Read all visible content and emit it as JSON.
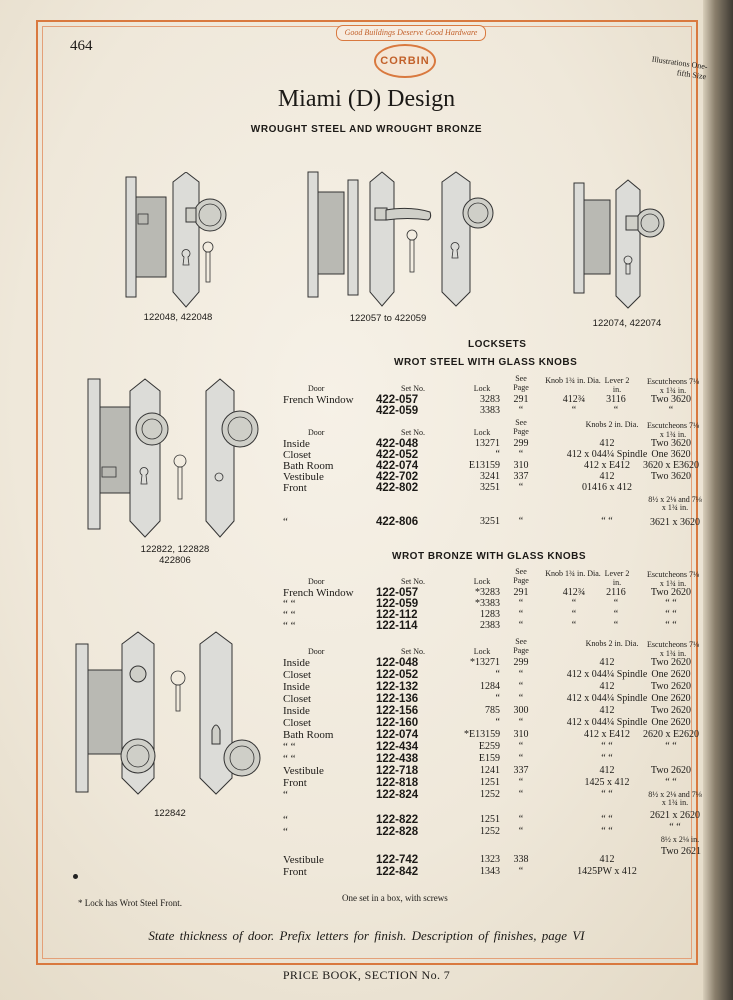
{
  "page_number": "464",
  "motto": "Good Buildings Deserve Good Hardware",
  "brand": "CORBIN",
  "scale_note": "Illustrations One-fifth Size",
  "title": "Miami (D) Design",
  "subtitle": "WROUGHT STEEL AND WROUGHT BRONZE",
  "figures": {
    "fig1": "122048, 422048",
    "fig2": "122057 to 422059",
    "fig3": "122074, 422074",
    "fig4a": "122822, 122828",
    "fig4b": "422806",
    "fig5": "122842"
  },
  "locksets_heading": "LOCKSETS",
  "steel": {
    "heading": "WROT STEEL WITH GLASS KNOBS",
    "hdr1": {
      "door": "Door",
      "set": "Set No.",
      "lock": "Lock",
      "page": "See Page",
      "knob": "Knob 1¾ in. Dia.",
      "lever": "Lever 2 in.",
      "esc": "Escutcheons 7⅛ x 1¾ in."
    },
    "rows1": [
      {
        "door": "French Window",
        "set": "422-057",
        "lock": "3283",
        "page": "291",
        "knob": "412¾",
        "lever": "3116",
        "esc": "Two 3620"
      },
      {
        "door": "",
        "set": "422-059",
        "lock": "3383",
        "page": "“",
        "knob": "“",
        "lever": "“",
        "esc": "“"
      }
    ],
    "hdr2": {
      "door": "Door",
      "set": "Set No.",
      "lock": "Lock",
      "page": "See Page",
      "knob": "Knobs 2 in. Dia.",
      "esc": "Escutcheons 7⅛ x 1¾ in."
    },
    "rows2": [
      {
        "door": "Inside",
        "set": "422-048",
        "lock": "13271",
        "page": "299",
        "knob": "412",
        "esc": "Two 3620"
      },
      {
        "door": "Closet",
        "set": "422-052",
        "lock": "“",
        "page": "“",
        "knob": "412 x 044¼ Spindle",
        "esc": "One 3620"
      },
      {
        "door": "Bath Room",
        "set": "422-074",
        "lock": "E13159",
        "page": "310",
        "knob": "412 x E412",
        "esc": "3620 x E3620"
      },
      {
        "door": "Vestibule",
        "set": "422-702",
        "lock": "3241",
        "page": "337",
        "knob": "412",
        "esc": "Two 3620"
      },
      {
        "door": "Front",
        "set": "422-802",
        "lock": "3251",
        "page": "“",
        "knob": "01416 x 412",
        "esc": ""
      }
    ],
    "esc_note": "8½ x 2⅛ and 7⅛ x 1¾ in.",
    "esc_note_val": "3621 x 3620",
    "row_806": {
      "door": "“",
      "set": "422-806",
      "lock": "3251",
      "page": "“",
      "knob": "“  “",
      "esc": ""
    }
  },
  "bronze": {
    "heading": "WROT BRONZE WITH GLASS KNOBS",
    "hdr1": {
      "door": "Door",
      "set": "Set No.",
      "lock": "Lock",
      "page": "See Page",
      "knob": "Knob 1¾ in. Dia.",
      "lever": "Lever 2 in.",
      "esc": "Escutcheons 7⅛ x 1¾ in."
    },
    "rows1": [
      {
        "door": "French Window",
        "set": "122-057",
        "lock": "*3283",
        "page": "291",
        "knob": "412¾",
        "lever": "2116",
        "esc": "Two 2620"
      },
      {
        "door": "“      “",
        "set": "122-059",
        "lock": "*3383",
        "page": "“",
        "knob": "“",
        "lever": "“",
        "esc": "“  “"
      },
      {
        "door": "“      “",
        "set": "122-112",
        "lock": "1283",
        "page": "“",
        "knob": "“",
        "lever": "“",
        "esc": "“  “"
      },
      {
        "door": "“      “",
        "set": "122-114",
        "lock": "2383",
        "page": "“",
        "knob": "“",
        "lever": "“",
        "esc": "“  “"
      }
    ],
    "hdr2": {
      "door": "Door",
      "set": "Set No.",
      "lock": "Lock",
      "page": "See Page",
      "knob": "Knobs 2 in. Dia.",
      "esc": "Escutcheons 7⅛ x 1¾ in."
    },
    "rows2": [
      {
        "door": "Inside",
        "set": "122-048",
        "lock": "*13271",
        "page": "299",
        "knob": "412",
        "esc": "Two 2620"
      },
      {
        "door": "Closet",
        "set": "122-052",
        "lock": "“",
        "page": "“",
        "knob": "412 x 044¼ Spindle",
        "esc": "One 2620"
      },
      {
        "door": "Inside",
        "set": "122-132",
        "lock": "1284",
        "page": "“",
        "knob": "412",
        "esc": "Two 2620"
      },
      {
        "door": "Closet",
        "set": "122-136",
        "lock": "“",
        "page": "“",
        "knob": "412 x 044¼ Spindle",
        "esc": "One 2620"
      },
      {
        "door": "Inside",
        "set": "122-156",
        "lock": "785",
        "page": "300",
        "knob": "412",
        "esc": "Two 2620"
      },
      {
        "door": "Closet",
        "set": "122-160",
        "lock": "“",
        "page": "“",
        "knob": "412 x 044¼ Spindle",
        "esc": "One 2620"
      },
      {
        "door": "Bath Room",
        "set": "122-074",
        "lock": "*E13159",
        "page": "310",
        "knob": "412 x E412",
        "esc": "2620 x E2620"
      },
      {
        "door": "“      “",
        "set": "122-434",
        "lock": "E259",
        "page": "“",
        "knob": "“   “",
        "esc": "“   “"
      },
      {
        "door": "“      “",
        "set": "122-438",
        "lock": "E159",
        "page": "“",
        "knob": "“   “",
        "esc": ""
      },
      {
        "door": "Vestibule",
        "set": "122-718",
        "lock": "1241",
        "page": "337",
        "knob": "412",
        "esc": "Two 2620"
      },
      {
        "door": "Front",
        "set": "122-818",
        "lock": "1251",
        "page": "“",
        "knob": "1425 x 412",
        "esc": "“  “"
      },
      {
        "door": "“",
        "set": "122-824",
        "lock": "1252",
        "page": "“",
        "knob": "“   “",
        "esc": ""
      }
    ],
    "esc_note": "8½ x 2⅛ and 7⅛ x 1¾ in.",
    "esc_note_val": "2621 x 2620",
    "rows3": [
      {
        "door": "“",
        "set": "122-822",
        "lock": "1251",
        "page": "“",
        "knob": "“   “",
        "esc": ""
      },
      {
        "door": "“",
        "set": "122-828",
        "lock": "1252",
        "page": "“",
        "knob": "“   “",
        "esc": ""
      }
    ],
    "esc_note2": "8½ x 2⅛ in.",
    "esc_note2_val": "Two 2621",
    "rows4": [
      {
        "door": "Vestibule",
        "set": "122-742",
        "lock": "1323",
        "page": "338",
        "knob": "412",
        "esc": ""
      },
      {
        "door": "Front",
        "set": "122-842",
        "lock": "1343",
        "page": "“",
        "knob": "1425PW x 412",
        "esc": ""
      }
    ]
  },
  "footnote": "* Lock has Wrot Steel Front.",
  "box_note": "One set in a box, with screws",
  "footer_italic": "State thickness of door.   Prefix letters for finish.   Description of finishes, page VI",
  "footer": "PRICE BOOK, SECTION No. 7"
}
